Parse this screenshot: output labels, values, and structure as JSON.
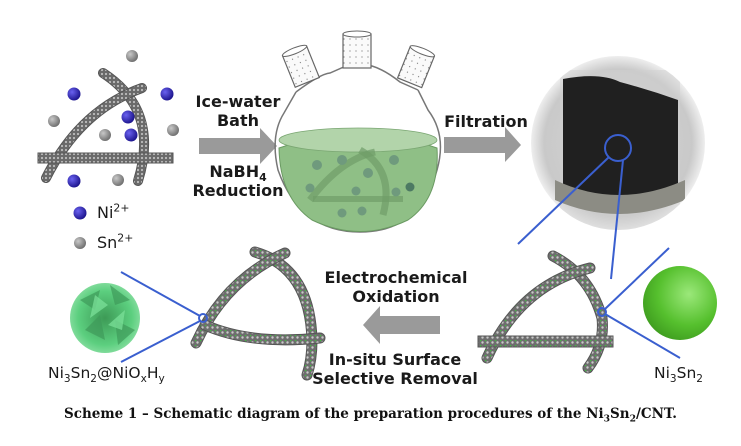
{
  "figure": {
    "steps": [
      {
        "id": "reduction",
        "line1": "Ice-water",
        "line2": "Bath",
        "line3": "NaBH",
        "line3_sub": "4",
        "line4": "Reduction",
        "direction": "right"
      },
      {
        "id": "filtration",
        "line1": "Filtration",
        "direction": "right"
      },
      {
        "id": "oxidation",
        "line1": "Electrochemical",
        "line2": "Oxidation",
        "line3": "In-situ Surface",
        "line4": "Selective Removal",
        "direction": "left"
      }
    ],
    "legend": [
      {
        "symbol": "Ni",
        "charge": "2+",
        "color": "#2a1fb4"
      },
      {
        "symbol": "Sn",
        "charge": "2+",
        "color": "#8a8a8a"
      }
    ],
    "products": {
      "ni3sn2": {
        "p1": "Ni",
        "s1": "3",
        "p2": "Sn",
        "s2": "2",
        "color": "#5cc234"
      },
      "core_shell": {
        "p1": "Ni",
        "s1": "3",
        "p2": "Sn",
        "s2": "2",
        "p3": "@NiO",
        "s3": "x",
        "p4": "H",
        "s4": "y",
        "color": "#4fd07a"
      }
    },
    "solution_color": "#8fbf86",
    "callout_color": "#3a5fcf",
    "arrow_color": "#999999"
  },
  "caption": {
    "prefix": "Scheme 1 – Schematic diagram of the preparation procedures of the ",
    "p1": "Ni",
    "s1": "3",
    "p2": "Sn",
    "s2": "2",
    "suffix": "/CNT."
  }
}
